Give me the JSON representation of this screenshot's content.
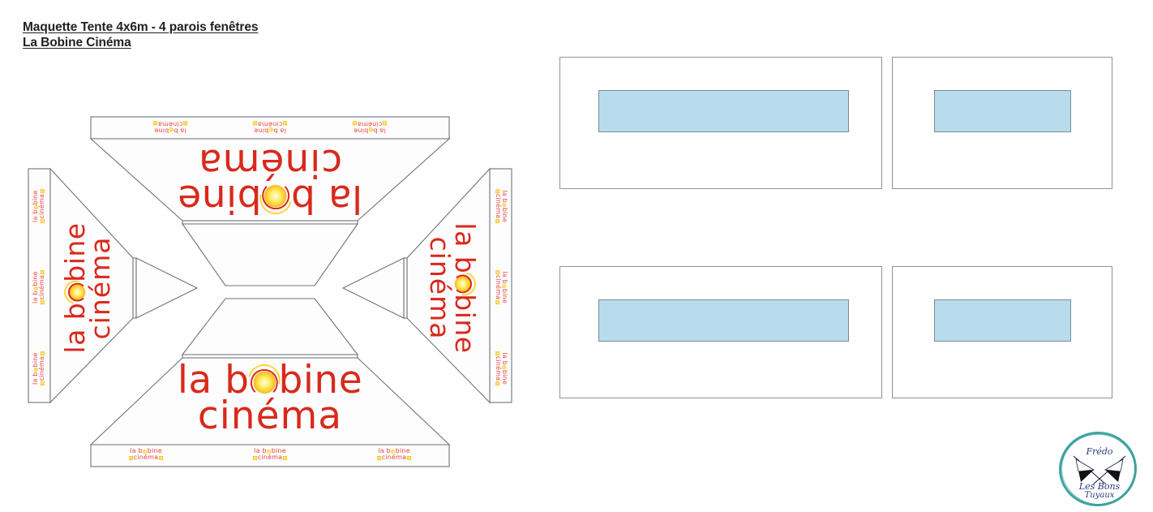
{
  "document": {
    "title_line_1": "Maquette Tente 4x6m - 4 parois fenêtres",
    "title_line_2": "La Bobine Cinéma"
  },
  "brand": {
    "name_line_1": "la",
    "name_line_2": "bobine",
    "word_top": "la bobine",
    "word_bottom": "cinéma",
    "color_red": "#d9291c",
    "color_sun_yellow": "#ffd53a",
    "mini_line_1": "la bobine",
    "mini_line_2": "cinéma"
  },
  "tent": {
    "panels": [
      {
        "id": "roof-top",
        "label": "la bobine cinéma",
        "orientation": "rotated-180"
      },
      {
        "id": "roof-bottom",
        "label": "la bobine cinéma",
        "orientation": "upright"
      },
      {
        "id": "roof-left",
        "label": "la bobine cinéma",
        "orientation": "rotated-90-ccw"
      },
      {
        "id": "roof-right",
        "label": "la bobine cinéma",
        "orientation": "rotated-90-cw"
      }
    ],
    "valances": [
      {
        "id": "valance-top",
        "logo_count": 3,
        "orientation": "rotated-180"
      },
      {
        "id": "valance-bottom",
        "logo_count": 3,
        "orientation": "upright"
      },
      {
        "id": "valance-left",
        "logo_count": 3,
        "orientation": "rotated-90-ccw"
      },
      {
        "id": "valance-right",
        "logo_count": 3,
        "orientation": "rotated-90-cw"
      }
    ]
  },
  "wall_panels": {
    "window_fill_color": "#b8dcec",
    "border_color": "#8d9398",
    "items": [
      {
        "id": "wall-panel-1",
        "position": "top-left",
        "size": "wide",
        "window": "wide-long"
      },
      {
        "id": "wall-panel-2",
        "position": "top-right",
        "size": "narrow",
        "window": "narrow"
      },
      {
        "id": "wall-panel-3",
        "position": "bottom-left",
        "size": "wide",
        "window": "wide-long"
      },
      {
        "id": "wall-panel-4",
        "position": "bottom-right",
        "size": "narrow",
        "window": "narrow"
      }
    ]
  },
  "stamp": {
    "top_text": "Frédo",
    "bottom_text_1": "Les Bons",
    "bottom_text_2": "Tuyaux",
    "ring_color": "#2e9c96",
    "text_color": "#2b3a78"
  }
}
